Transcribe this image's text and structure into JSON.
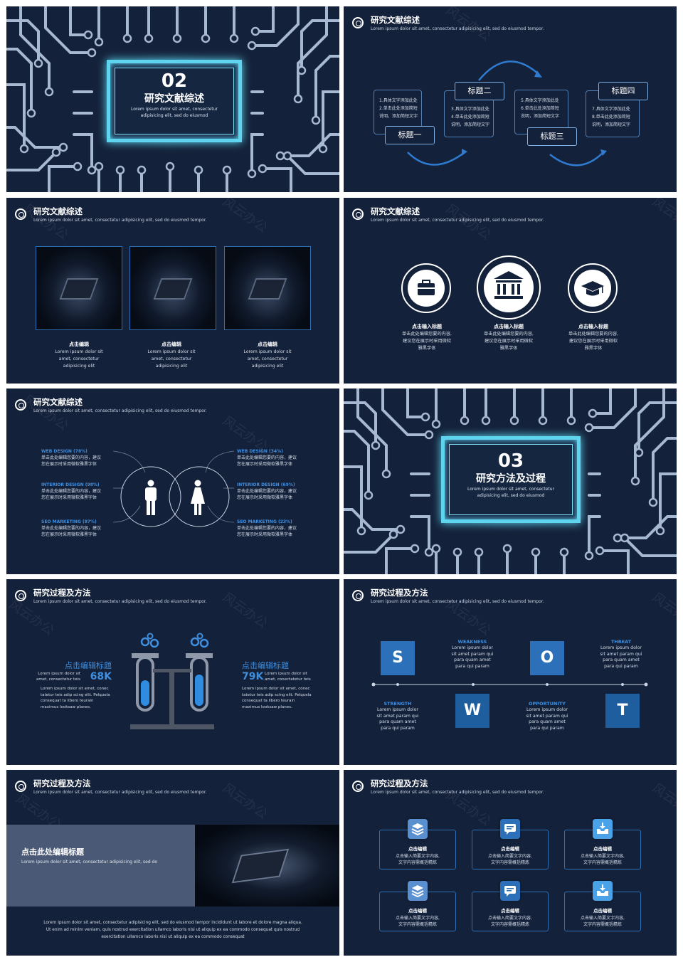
{
  "colors": {
    "bg": "#14213a",
    "accent": "#2e6fb3",
    "cyan": "#5fd4ee",
    "trace": "#9fb4d0"
  },
  "watermark": "风云办公",
  "s1": {
    "number": "02",
    "title": "研究文献综述",
    "sub1": "Lorem ipsum dolor sit amet, consectetur",
    "sub2": "adipisicing elit, sed do eiusmod"
  },
  "s2": {
    "title": "研究文献综述",
    "subtitle": "Lorem ipsum dolor sit amet, consectetur adipisicing elit, sed do eiusmod tempor.",
    "topics": [
      "标题一",
      "标题二",
      "标题三",
      "标题四"
    ],
    "box1": [
      "1.具体文字添加此处",
      "2.单击此处添加简短",
      "说明，添加简短文字"
    ],
    "box2": [
      "3.具体文字添加此处",
      "4.单击此处添加简短",
      "说明，添加简短文字"
    ],
    "box3": [
      "5.具体文字添加此处",
      "6.单击此处添加简短",
      "说明，添加简短文字"
    ],
    "box4": [
      "7.具体文字添加此处",
      "8.单击此处添加简短",
      "说明，添加简短文字"
    ]
  },
  "s3": {
    "title": "研究文献综述",
    "subtitle": "Lorem ipsum dolor sit amet, consectetur adipisicing elit, sed do eiusmod tempor.",
    "items": [
      {
        "h": "点击编辑",
        "t": [
          "Lorem ipsum dolor sit",
          "amet, consectetur",
          "adipisicing elit"
        ]
      },
      {
        "h": "点击编辑",
        "t": [
          "Lorem ipsum dolor sit",
          "amet, consectetur",
          "adipisicing elit"
        ]
      },
      {
        "h": "点击编辑",
        "t": [
          "Lorem ipsum dolor sit",
          "amet, consectetur",
          "adipisicing elit"
        ]
      }
    ]
  },
  "s4": {
    "title": "研究文献综述",
    "subtitle": "Lorem ipsum dolor sit amet, consectetur adipisicing elit, sed do eiusmod tempor.",
    "items": [
      {
        "icon": "briefcase-icon",
        "h": "点击输入标题",
        "t": [
          "单击此处编辑您要的内容,",
          "建议您在展示时采用微软",
          "雅黑字体"
        ]
      },
      {
        "icon": "bank-icon",
        "h": "点击输入标题",
        "t": [
          "单击此处编辑您要的内容,",
          "建议您在展示时采用微软",
          "雅黑字体"
        ]
      },
      {
        "icon": "graduation-cap-icon",
        "h": "点击输入标题",
        "t": [
          "单击此处编辑您要的内容,",
          "建议您在展示时采用微软",
          "雅黑字体"
        ]
      }
    ]
  },
  "s5": {
    "title": "研究文献综述",
    "subtitle": "Lorem ipsum dolor sit amet, consectetur adipisicing elit, sed do eiusmod tempor.",
    "left": [
      {
        "h": "WEB DESIGN (78%)",
        "t": [
          "单击此处编辑您要的内容，建议",
          "您在展示时采用微软雅黑字体"
        ]
      },
      {
        "h": "INTERIOR DESIGN (98%)",
        "t": [
          "单击此处编辑您要的内容，建议",
          "您在展示时采用微软雅黑字体"
        ]
      },
      {
        "h": "SEO MARKETING (87%)",
        "t": [
          "单击此处编辑您要的内容，建议",
          "您在展示时采用微软雅黑字体"
        ]
      }
    ],
    "right": [
      {
        "h": "WEB DESIGN (34%)",
        "t": [
          "单击此处编辑您要的内容，建议",
          "您在展示时采用微软雅黑字体"
        ]
      },
      {
        "h": "INTERIOR DESIGN (69%)",
        "t": [
          "单击此处编辑您要的内容，建议",
          "您在展示时采用微软雅黑字体"
        ]
      },
      {
        "h": "SEO MARKETING (23%)",
        "t": [
          "单击此处编辑您要的内容，建议",
          "您在展示时采用微软雅黑字体"
        ]
      }
    ]
  },
  "s6": {
    "number": "03",
    "title": "研究方法及过程",
    "sub1": "Lorem ipsum dolor sit amet, consectetur",
    "sub2": "adipisicing elit, sed do eiusmod"
  },
  "s7": {
    "title": "研究过程及方法",
    "subtitle": "Lorem ipsum dolor sit amet, consectetur adipisicing elit, sed do eiusmod tempor.",
    "left": {
      "h": "点击编辑标题",
      "s1": "Lorem ipsum dolor sit",
      "s2": "amet, consectetur teis",
      "num": "68K",
      "t": [
        "Lorem ipsum dolor sit amet, conec",
        "tatetur teis adip scing elit. Pelquela",
        "consequat ta libero teurain",
        "maximus looksaw planes."
      ]
    },
    "right": {
      "h": "点击编辑标题",
      "s1": "Lorem ipsum dolor sit",
      "s2": "amet, conectatetur teis",
      "num": "79K",
      "t": [
        "Lorem ipsum dolor sit amet, conec",
        "tatetur teis adip scing elit. Pelquela",
        "consequat ta libero teurain",
        "maximus looksaw planes."
      ]
    }
  },
  "s8": {
    "title": "研究过程及方法",
    "subtitle": "Lorem ipsum dolor sit amet, consectetur adipisicing elit, sed do eiusmod tempor.",
    "letters": [
      "S",
      "W",
      "O",
      "T"
    ],
    "weakness": {
      "h": "WEAKNESS",
      "t": [
        "Lorem ipsum dolor",
        "sit amet param qui",
        "para quam amet",
        "para qui param"
      ]
    },
    "threat": {
      "h": "THREAT",
      "t": [
        "Lorem ipsum dolor",
        "sit amet param qui",
        "para quam amet",
        "para qui param"
      ]
    },
    "strength": {
      "h": "STRENGTH",
      "t": [
        "Lorem ipsum dolor",
        "sit amet param qui",
        "para quam amet",
        "para qui param"
      ]
    },
    "opportunity": {
      "h": "OPPORTUNITY",
      "t": [
        "Lorem ipsum dolor",
        "sit amet param qui",
        "para quam amet",
        "para qui param"
      ]
    }
  },
  "s9": {
    "title": "研究过程及方法",
    "subtitle": "Lorem ipsum dolor sit amet, consectetur adipisicing elit, sed do eiusmod tempor.",
    "panel_title": "点击此处编辑标题",
    "panel_sub": "Lorem ipsum dolor sit amet, consectetur adipisicing elit, sed do",
    "body": [
      "Lorem ipsum dolor sit amet, consectetur adipisicing elit, sed do eiusmod tempor incididunt ut labore et dolore magna aliqua.",
      "Ut enim ad minim veniam, quis nostrud exercitation ullamco laboris nisi ut aliquip ex ea commodo consequat quis nostrud",
      "exercitation ullamco laboris nisi ut aliquip ex ea commodo consequat"
    ]
  },
  "s10": {
    "title": "研究过程及方法",
    "subtitle": "Lorem ipsum dolor sit amet, consectetur adipisicing elit, sed do eiusmod tempor.",
    "cards": [
      {
        "icon": "layers-icon",
        "h": "点击编辑",
        "t": [
          "点击输入简要文字内容,",
          "文字内容需概括精炼"
        ]
      },
      {
        "icon": "chat-icon",
        "h": "点击编辑",
        "t": [
          "点击输入简要文字内容,",
          "文字内容需概括精炼"
        ]
      },
      {
        "icon": "inbox-icon",
        "h": "点击编辑",
        "t": [
          "点击输入简要文字内容,",
          "文字内容需概括精炼"
        ]
      },
      {
        "icon": "layers-icon",
        "h": "点击编辑",
        "t": [
          "点击输入简要文字内容,",
          "文字内容需概括精炼"
        ]
      },
      {
        "icon": "chat-icon",
        "h": "点击编辑",
        "t": [
          "点击输入简要文字内容,",
          "文字内容需概括精炼"
        ]
      },
      {
        "icon": "inbox-icon",
        "h": "点击编辑",
        "t": [
          "点击输入简要文字内容,",
          "文字内容需概括精炼"
        ]
      }
    ]
  }
}
